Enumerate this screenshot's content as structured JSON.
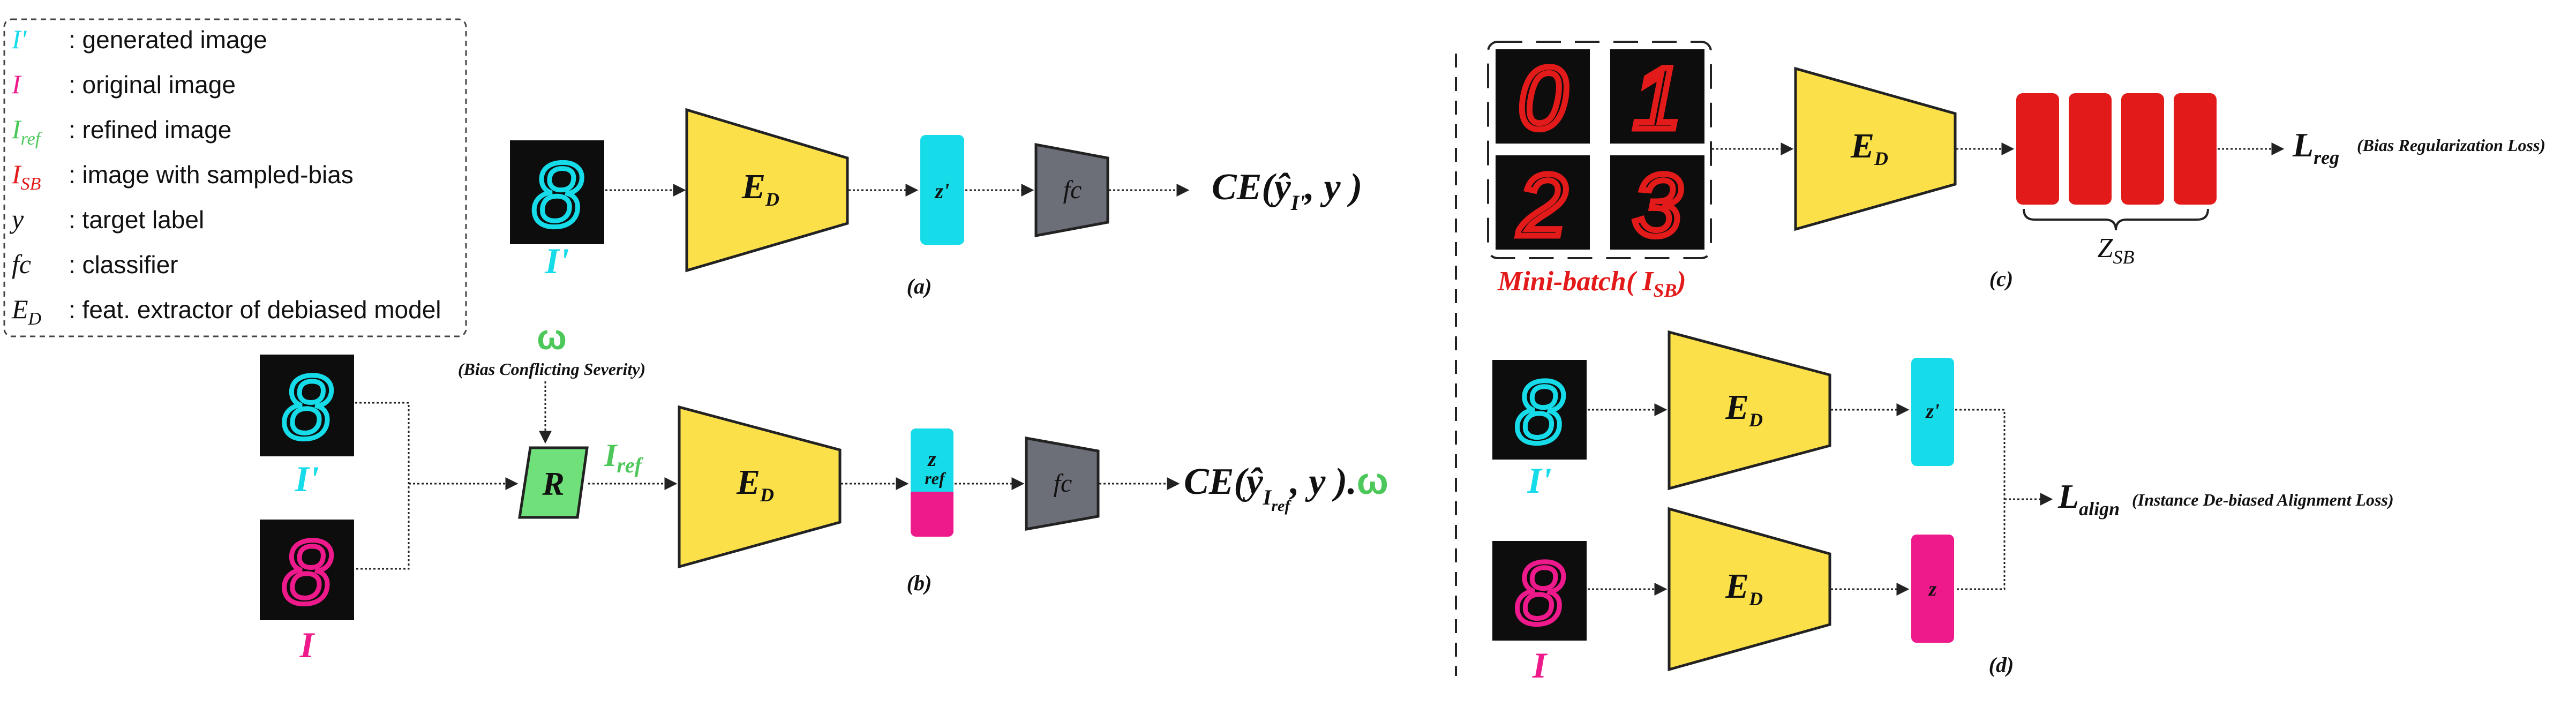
{
  "legend": {
    "items": [
      {
        "symbol": "I'",
        "sub": "",
        "text": ": generated image",
        "color": "#16dbe8"
      },
      {
        "symbol": "I",
        "sub": "",
        "text": ": original image",
        "color": "#ee1a8c"
      },
      {
        "symbol": "I",
        "sub": "ref",
        "text": ": refined image",
        "color": "#4cc85a"
      },
      {
        "symbol": "I",
        "sub": "SB",
        "text": ": image with sampled-bias",
        "color": "#e31a1a"
      },
      {
        "symbol": "y",
        "sub": "",
        "text": ": target label",
        "color": "#111111"
      },
      {
        "symbol": "fc",
        "sub": "",
        "text": ": classifier",
        "color": "#111111"
      },
      {
        "symbol": "E",
        "sub": "D",
        "text": ": feat. extractor of debiased model",
        "color": "#111111"
      }
    ]
  },
  "panel_a": {
    "caption": "(a)",
    "image_label": "I'",
    "encoder_label": "E",
    "encoder_sub": "D",
    "feature_label": "z'",
    "fc_label": "fc",
    "output": "CE(ŷ",
    "output_sub": "I'",
    "output_tail": ", y )"
  },
  "panel_b": {
    "caption": "(b)",
    "omega": "ω",
    "omega_caption": "(Bias Conflicting Severity)",
    "gen_label": "I'",
    "orig_label": "I",
    "refiner_label": "R",
    "ref_label": "I",
    "ref_sub": "ref",
    "encoder_label": "E",
    "encoder_sub": "D",
    "feature_label": "z",
    "feature_sub": "ref",
    "fc_label": "fc",
    "output": "CE(ŷ",
    "output_sub": "I",
    "output_subsub": "ref",
    "output_tail": ", y ).",
    "output_omega": "ω"
  },
  "panel_c": {
    "caption": "(c)",
    "minibatch_label": "Mini-batch( I",
    "minibatch_sub": "SB",
    "minibatch_tail": ")",
    "digits": [
      "0",
      "1",
      "2",
      "3"
    ],
    "encoder_label": "E",
    "encoder_sub": "D",
    "z_label": "Z",
    "z_sub": "SB",
    "loss": "L",
    "loss_sub": "reg",
    "loss_caption": "(Bias Regularization Loss)"
  },
  "panel_d": {
    "caption": "(d)",
    "gen_label": "I'",
    "orig_label": "I",
    "encoder_label": "E",
    "encoder_sub": "D",
    "feat_top": "z'",
    "feat_bottom": "z",
    "loss": "L",
    "loss_sub": "align",
    "loss_caption": "(Instance De-biased Alignment Loss)"
  },
  "colors": {
    "cyan": "#16dbe8",
    "pink": "#ee1a8c",
    "green": "#4cc85a",
    "red": "#e31a1a",
    "encoder": "#fbe04a",
    "fc": "#6c6e78",
    "refiner": "#6fe07a",
    "digit_bg": "#0d0d0d"
  }
}
